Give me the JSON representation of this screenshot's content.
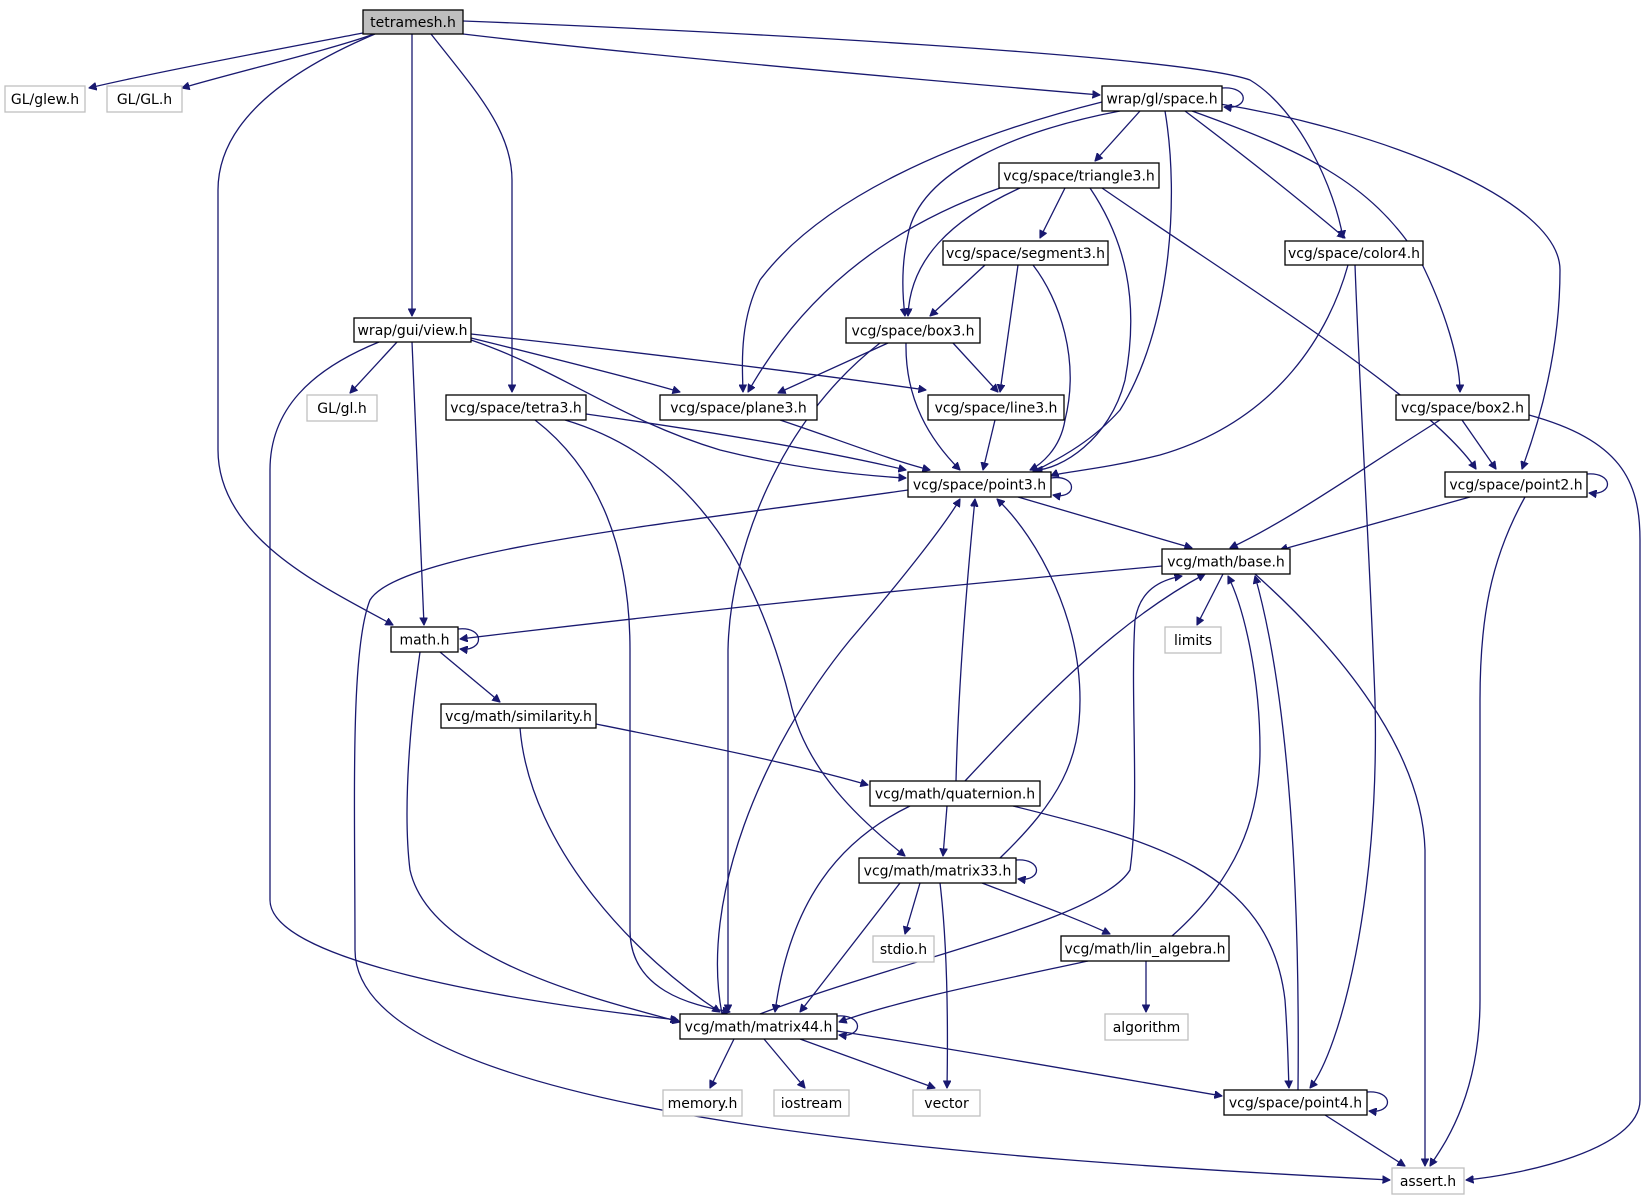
{
  "diagram": {
    "type": "include-dependency-graph",
    "colors": {
      "edge": "#191970",
      "root_fill": "#bfbfbf",
      "node_border": "#000000",
      "external_border": "#bfbfbf",
      "text": "#000000"
    },
    "nodes": [
      {
        "id": "tetramesh",
        "label": "tetramesh.h",
        "kind": "root"
      },
      {
        "id": "glew",
        "label": "GL/glew.h",
        "kind": "external"
      },
      {
        "id": "GL",
        "label": "GL/GL.h",
        "kind": "external"
      },
      {
        "id": "space",
        "label": "wrap/gl/space.h",
        "kind": "internal"
      },
      {
        "id": "triangle3",
        "label": "vcg/space/triangle3.h",
        "kind": "internal"
      },
      {
        "id": "segment3",
        "label": "vcg/space/segment3.h",
        "kind": "internal"
      },
      {
        "id": "color4",
        "label": "vcg/space/color4.h",
        "kind": "internal"
      },
      {
        "id": "view",
        "label": "wrap/gui/view.h",
        "kind": "internal"
      },
      {
        "id": "box3",
        "label": "vcg/space/box3.h",
        "kind": "internal"
      },
      {
        "id": "gl",
        "label": "GL/gl.h",
        "kind": "external"
      },
      {
        "id": "tetra3",
        "label": "vcg/space/tetra3.h",
        "kind": "internal"
      },
      {
        "id": "plane3",
        "label": "vcg/space/plane3.h",
        "kind": "internal"
      },
      {
        "id": "line3",
        "label": "vcg/space/line3.h",
        "kind": "internal"
      },
      {
        "id": "box2",
        "label": "vcg/space/box2.h",
        "kind": "internal"
      },
      {
        "id": "point3",
        "label": "vcg/space/point3.h",
        "kind": "internal"
      },
      {
        "id": "point2",
        "label": "vcg/space/point2.h",
        "kind": "internal"
      },
      {
        "id": "base",
        "label": "vcg/math/base.h",
        "kind": "internal"
      },
      {
        "id": "math",
        "label": "math.h",
        "kind": "internal"
      },
      {
        "id": "limits",
        "label": "limits",
        "kind": "external"
      },
      {
        "id": "similarity",
        "label": "vcg/math/similarity.h",
        "kind": "internal"
      },
      {
        "id": "quaternion",
        "label": "vcg/math/quaternion.h",
        "kind": "internal"
      },
      {
        "id": "matrix33",
        "label": "vcg/math/matrix33.h",
        "kind": "internal"
      },
      {
        "id": "stdio",
        "label": "stdio.h",
        "kind": "external"
      },
      {
        "id": "lin_algebra",
        "label": "vcg/math/lin_algebra.h",
        "kind": "internal"
      },
      {
        "id": "algorithm",
        "label": "algorithm",
        "kind": "external"
      },
      {
        "id": "matrix44",
        "label": "vcg/math/matrix44.h",
        "kind": "internal"
      },
      {
        "id": "memory",
        "label": "memory.h",
        "kind": "external"
      },
      {
        "id": "iostream",
        "label": "iostream",
        "kind": "external"
      },
      {
        "id": "vector",
        "label": "vector",
        "kind": "external"
      },
      {
        "id": "point4",
        "label": "vcg/space/point4.h",
        "kind": "internal"
      },
      {
        "id": "assert",
        "label": "assert.h",
        "kind": "external"
      }
    ],
    "edges": [
      {
        "from": "tetramesh",
        "to": "glew"
      },
      {
        "from": "tetramesh",
        "to": "GL"
      },
      {
        "from": "tetramesh",
        "to": "space"
      },
      {
        "from": "tetramesh",
        "to": "color4"
      },
      {
        "from": "tetramesh",
        "to": "view"
      },
      {
        "from": "tetramesh",
        "to": "tetra3"
      },
      {
        "from": "tetramesh",
        "to": "math"
      },
      {
        "from": "space",
        "to": "space"
      },
      {
        "from": "space",
        "to": "triangle3"
      },
      {
        "from": "space",
        "to": "color4"
      },
      {
        "from": "space",
        "to": "box3"
      },
      {
        "from": "space",
        "to": "plane3"
      },
      {
        "from": "space",
        "to": "point3"
      },
      {
        "from": "space",
        "to": "box2"
      },
      {
        "from": "space",
        "to": "point2"
      },
      {
        "from": "triangle3",
        "to": "segment3"
      },
      {
        "from": "triangle3",
        "to": "box3"
      },
      {
        "from": "triangle3",
        "to": "plane3"
      },
      {
        "from": "triangle3",
        "to": "point3"
      },
      {
        "from": "triangle3",
        "to": "point2"
      },
      {
        "from": "segment3",
        "to": "box3"
      },
      {
        "from": "segment3",
        "to": "line3"
      },
      {
        "from": "segment3",
        "to": "point3"
      },
      {
        "from": "color4",
        "to": "point3"
      },
      {
        "from": "color4",
        "to": "point4"
      },
      {
        "from": "view",
        "to": "gl"
      },
      {
        "from": "view",
        "to": "plane3"
      },
      {
        "from": "view",
        "to": "line3"
      },
      {
        "from": "view",
        "to": "point3"
      },
      {
        "from": "view",
        "to": "math"
      },
      {
        "from": "view",
        "to": "matrix44"
      },
      {
        "from": "box3",
        "to": "plane3"
      },
      {
        "from": "box3",
        "to": "line3"
      },
      {
        "from": "box3",
        "to": "point3"
      },
      {
        "from": "box3",
        "to": "matrix44"
      },
      {
        "from": "tetra3",
        "to": "point3"
      },
      {
        "from": "tetra3",
        "to": "matrix33"
      },
      {
        "from": "tetra3",
        "to": "matrix44"
      },
      {
        "from": "plane3",
        "to": "point3"
      },
      {
        "from": "line3",
        "to": "point3"
      },
      {
        "from": "box2",
        "to": "point2"
      },
      {
        "from": "box2",
        "to": "base"
      },
      {
        "from": "box2",
        "to": "assert"
      },
      {
        "from": "point3",
        "to": "point3"
      },
      {
        "from": "point3",
        "to": "base"
      },
      {
        "from": "point3",
        "to": "assert"
      },
      {
        "from": "point2",
        "to": "point2"
      },
      {
        "from": "point2",
        "to": "base"
      },
      {
        "from": "point2",
        "to": "assert"
      },
      {
        "from": "base",
        "to": "math"
      },
      {
        "from": "base",
        "to": "limits"
      },
      {
        "from": "base",
        "to": "assert"
      },
      {
        "from": "math",
        "to": "math"
      },
      {
        "from": "math",
        "to": "similarity"
      },
      {
        "from": "math",
        "to": "matrix44"
      },
      {
        "from": "similarity",
        "to": "quaternion"
      },
      {
        "from": "similarity",
        "to": "matrix44"
      },
      {
        "from": "quaternion",
        "to": "point3"
      },
      {
        "from": "quaternion",
        "to": "base"
      },
      {
        "from": "quaternion",
        "to": "matrix33"
      },
      {
        "from": "quaternion",
        "to": "matrix44"
      },
      {
        "from": "quaternion",
        "to": "point4"
      },
      {
        "from": "matrix33",
        "to": "matrix33"
      },
      {
        "from": "matrix33",
        "to": "point3"
      },
      {
        "from": "matrix33",
        "to": "stdio"
      },
      {
        "from": "matrix33",
        "to": "lin_algebra"
      },
      {
        "from": "matrix33",
        "to": "matrix44"
      },
      {
        "from": "matrix33",
        "to": "vector"
      },
      {
        "from": "lin_algebra",
        "to": "base"
      },
      {
        "from": "lin_algebra",
        "to": "algorithm"
      },
      {
        "from": "lin_algebra",
        "to": "matrix44"
      },
      {
        "from": "matrix44",
        "to": "matrix44"
      },
      {
        "from": "matrix44",
        "to": "point3"
      },
      {
        "from": "matrix44",
        "to": "base"
      },
      {
        "from": "matrix44",
        "to": "memory"
      },
      {
        "from": "matrix44",
        "to": "iostream"
      },
      {
        "from": "matrix44",
        "to": "vector"
      },
      {
        "from": "matrix44",
        "to": "point4"
      },
      {
        "from": "point4",
        "to": "point4"
      },
      {
        "from": "point4",
        "to": "base"
      },
      {
        "from": "point4",
        "to": "assert"
      }
    ]
  }
}
